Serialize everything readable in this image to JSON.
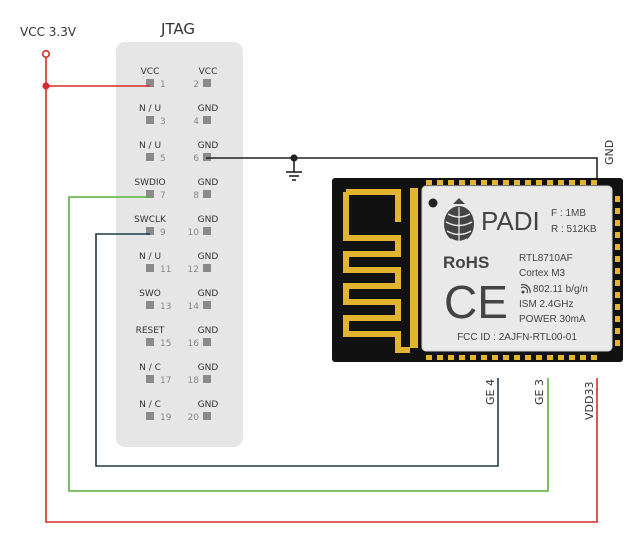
{
  "vcc_label": "VCC 3.3V",
  "jtag": {
    "title": "JTAG",
    "left_pins": [
      {
        "name": "VCC",
        "num": "1"
      },
      {
        "name": "N / U",
        "num": "3"
      },
      {
        "name": "N / U",
        "num": "5"
      },
      {
        "name": "SWDIO",
        "num": "7"
      },
      {
        "name": "SWCLK",
        "num": "9"
      },
      {
        "name": "N / U",
        "num": "11"
      },
      {
        "name": "SWO",
        "num": "13"
      },
      {
        "name": "RESET",
        "num": "15"
      },
      {
        "name": "N / C",
        "num": "17"
      },
      {
        "name": "N / C",
        "num": "19"
      }
    ],
    "right_pins": [
      {
        "name": "VCC",
        "num": "2"
      },
      {
        "name": "GND",
        "num": "4"
      },
      {
        "name": "GND",
        "num": "6"
      },
      {
        "name": "GND",
        "num": "8"
      },
      {
        "name": "GND",
        "num": "10"
      },
      {
        "name": "GND",
        "num": "12"
      },
      {
        "name": "GND",
        "num": "14"
      },
      {
        "name": "GND",
        "num": "16"
      },
      {
        "name": "GND",
        "num": "18"
      },
      {
        "name": "GND",
        "num": "20"
      }
    ]
  },
  "module": {
    "brand": "PADI",
    "flash": "F : 1MB",
    "ram": "R : 512KB",
    "rohs": "RoHS",
    "ce": "CE",
    "chip": "RTL8710AF",
    "core": "Cortex M3",
    "wifi": "802.11 b/g/n",
    "ism": "ISM 2.4GHz",
    "power": "POWER 30mA",
    "fcc": "FCC ID : 2AJFN-RTL00-01",
    "pin_gnd": "GND",
    "pin_ge4": "GE 4",
    "pin_ge3": "GE 3",
    "pin_vdd": "VDD33"
  },
  "colors": {
    "vcc_wire": "#d62b2b",
    "swdio_wire": "#58b23c",
    "swclk_wire": "#1f3a4a",
    "gnd_wire": "#222222",
    "header_bg": "#e6e6e6",
    "pad": "#8a8a8a",
    "module_body": "#111111",
    "antenna": "#e2b430",
    "shield": "#e9e9e9"
  }
}
